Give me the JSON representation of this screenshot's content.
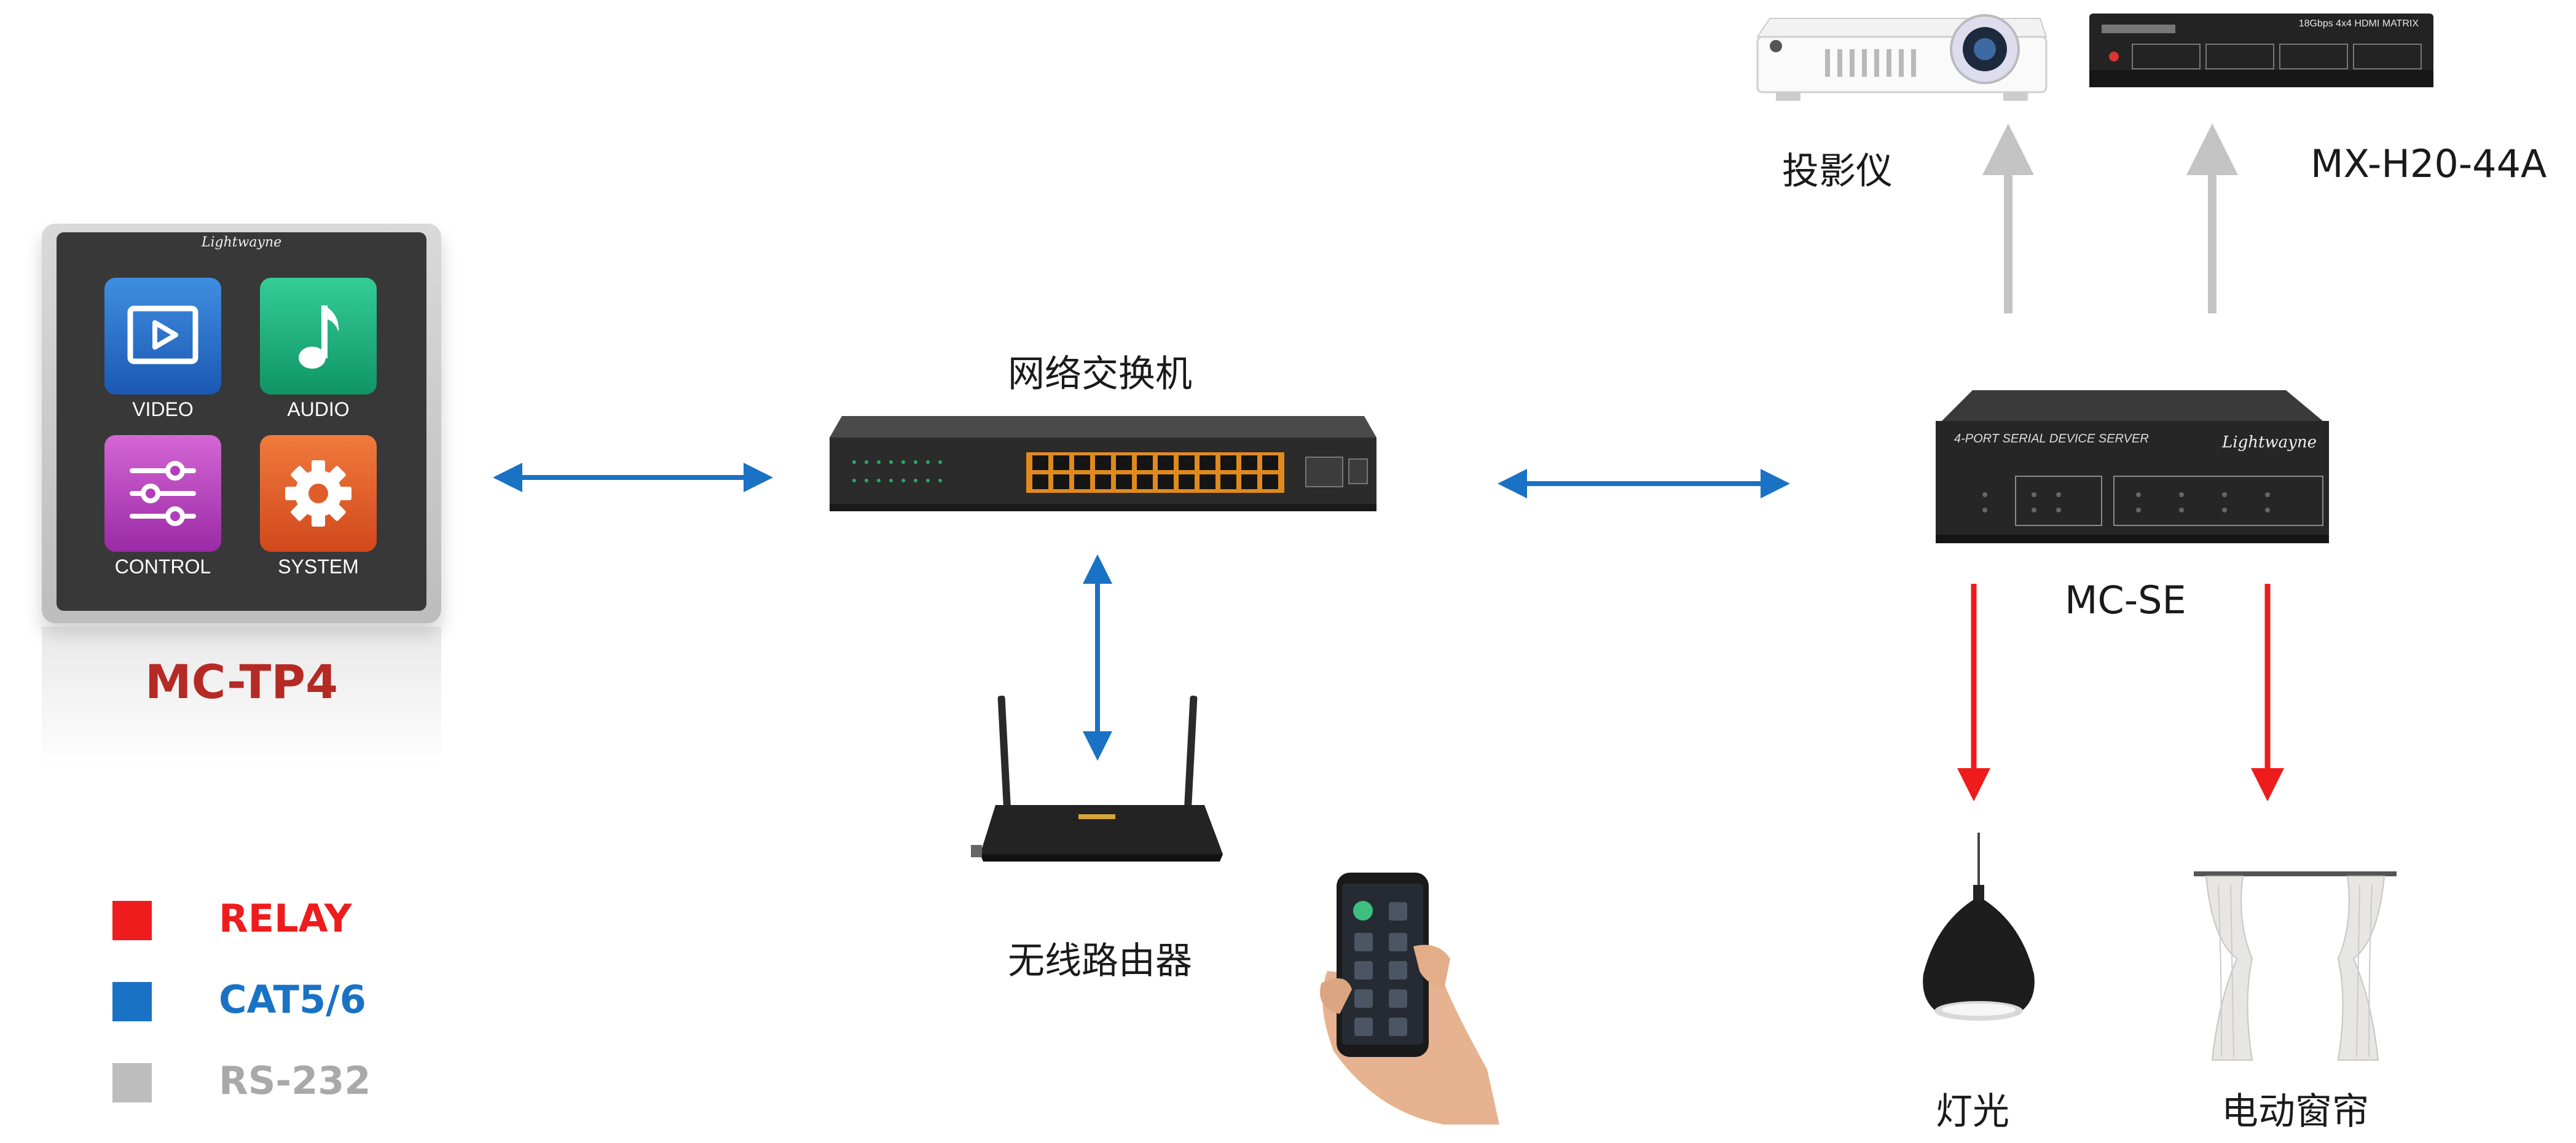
{
  "touch_panel": {
    "brand": "Lightwayne",
    "name": "MC-TP4",
    "tiles": [
      {
        "label": "VIDEO"
      },
      {
        "label": "AUDIO"
      },
      {
        "label": "CONTROL"
      },
      {
        "label": "SYSTEM"
      }
    ]
  },
  "devices": {
    "switch": {
      "label": "网络交换机"
    },
    "router": {
      "label": "无线路由器"
    },
    "projector": {
      "label": "投影仪"
    },
    "matrix": {
      "label": "MX-H20-44A",
      "panel_text": "18Gbps 4x4 HDMI MATRIX"
    },
    "server": {
      "label": "MC-SE",
      "panel_text": "4-PORT SERIAL DEVICE SERVER",
      "brand": "Lightwayne"
    },
    "light": {
      "label": "灯光"
    },
    "curtain": {
      "label": "电动窗帘"
    }
  },
  "legend": [
    {
      "label": "RELAY",
      "color": "#ee1c1c"
    },
    {
      "label": "CAT5/6",
      "color": "#1a72c4"
    },
    {
      "label": "RS-232",
      "color": "#bdbdbd"
    }
  ]
}
